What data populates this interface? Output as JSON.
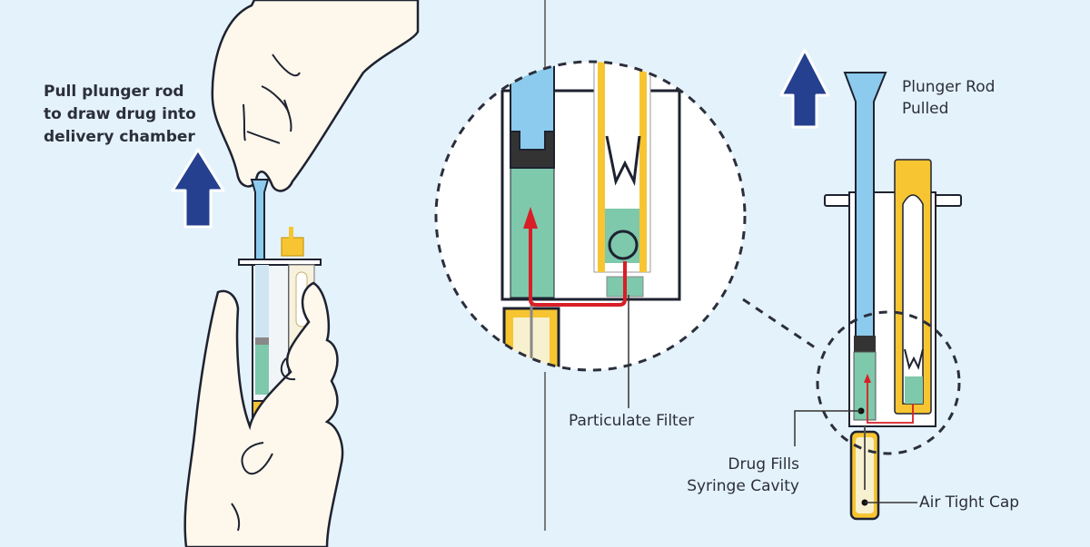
{
  "instruction": {
    "lines": [
      "Pull plunger rod",
      "to draw drug into",
      "delivery chamber"
    ]
  },
  "labels": {
    "plunger_rod": [
      "Plunger Rod",
      "Pulled"
    ],
    "particulate_filter": "Particulate Filter",
    "drug_fills": [
      "Drug Fills",
      "Syringe Cavity"
    ],
    "air_tight_cap": "Air Tight Cap"
  },
  "colors": {
    "background": "#e4f2fb",
    "arrow": "#24408e",
    "plunger": "#8ccbee",
    "drug": "#7ec8ab",
    "vial_yellow": "#f7c531",
    "flow_red": "#d81e26",
    "skin": "#fdf7ec",
    "outline": "#1e2230"
  },
  "icons": [
    "up-arrow-icon",
    "flow-arrow-icon"
  ]
}
